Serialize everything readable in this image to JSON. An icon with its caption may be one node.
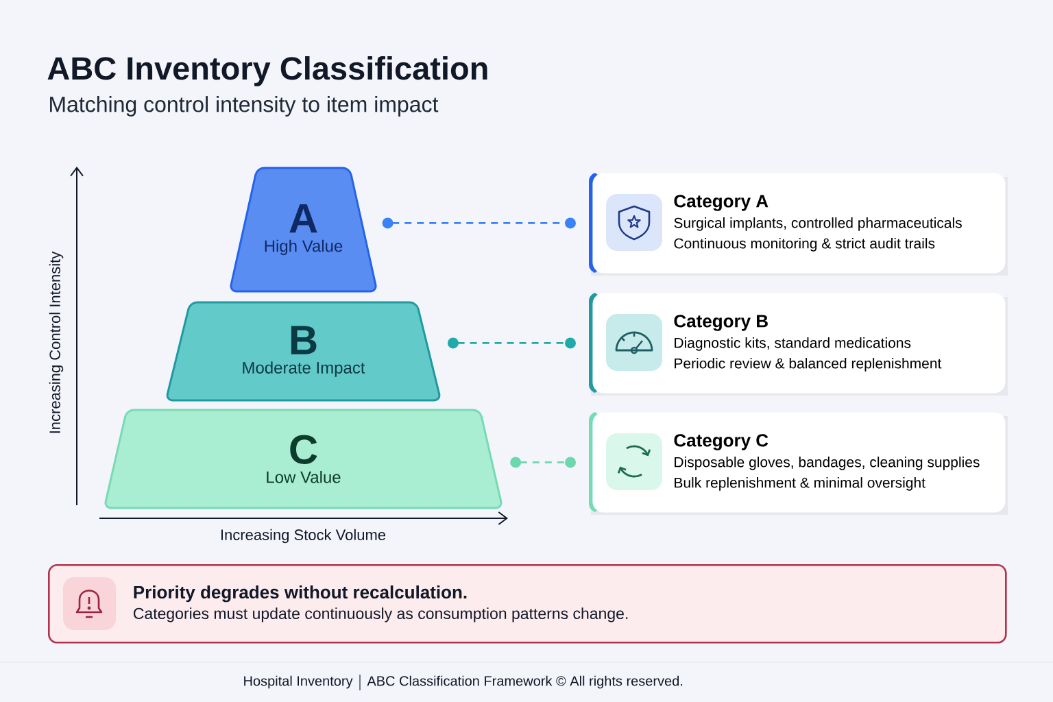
{
  "diagram": {
    "title": "ABC Inventory Classification",
    "nodes": [
      {
        "text": [
          "A",
          "High Value"
        ]
      },
      {
        "text": [
          "B",
          "Moderate Impact"
        ]
      },
      {
        "text": [
          "C",
          "Low Value"
        ]
      },
      {
        "text": [
          "Category A",
          "Surgical implants, controlled pharmaceuticals",
          "Continuous monitoring & strict audit trails"
        ]
      },
      {
        "text": [
          "Category B",
          "Diagnostic kits, standard medications",
          "Periodic review & balanced replenishment"
        ]
      },
      {
        "text": [
          "Category C",
          "Disposable gloves, bandages, cleaning supplies",
          "Bulk replenishment & minimal oversight"
        ]
      },
      {
        "text": [
          "Priority degrades without recalculation.",
          "Categories must update continuously as consumption patterns change."
        ]
      }
    ],
    "edges": [
      {
        "from": 0,
        "to": 3,
        "arrow": "other",
        "style": "dashed",
        "color": "#3b82f6"
      },
      {
        "from": 1,
        "to": 4,
        "arrow": "other",
        "style": "dashed",
        "color": "#22aaaa"
      },
      {
        "from": 2,
        "to": 5,
        "arrow": "other",
        "style": "dashed",
        "color": "#6dd8ae"
      }
    ],
    "labels": [
      "Matching control intensity to item impact",
      "Increasing Control Intensity",
      "Increasing Stock Volume",
      "Hospital Inventory",
      "ABC Classification Framework © All rights reserved."
    ]
  }
}
